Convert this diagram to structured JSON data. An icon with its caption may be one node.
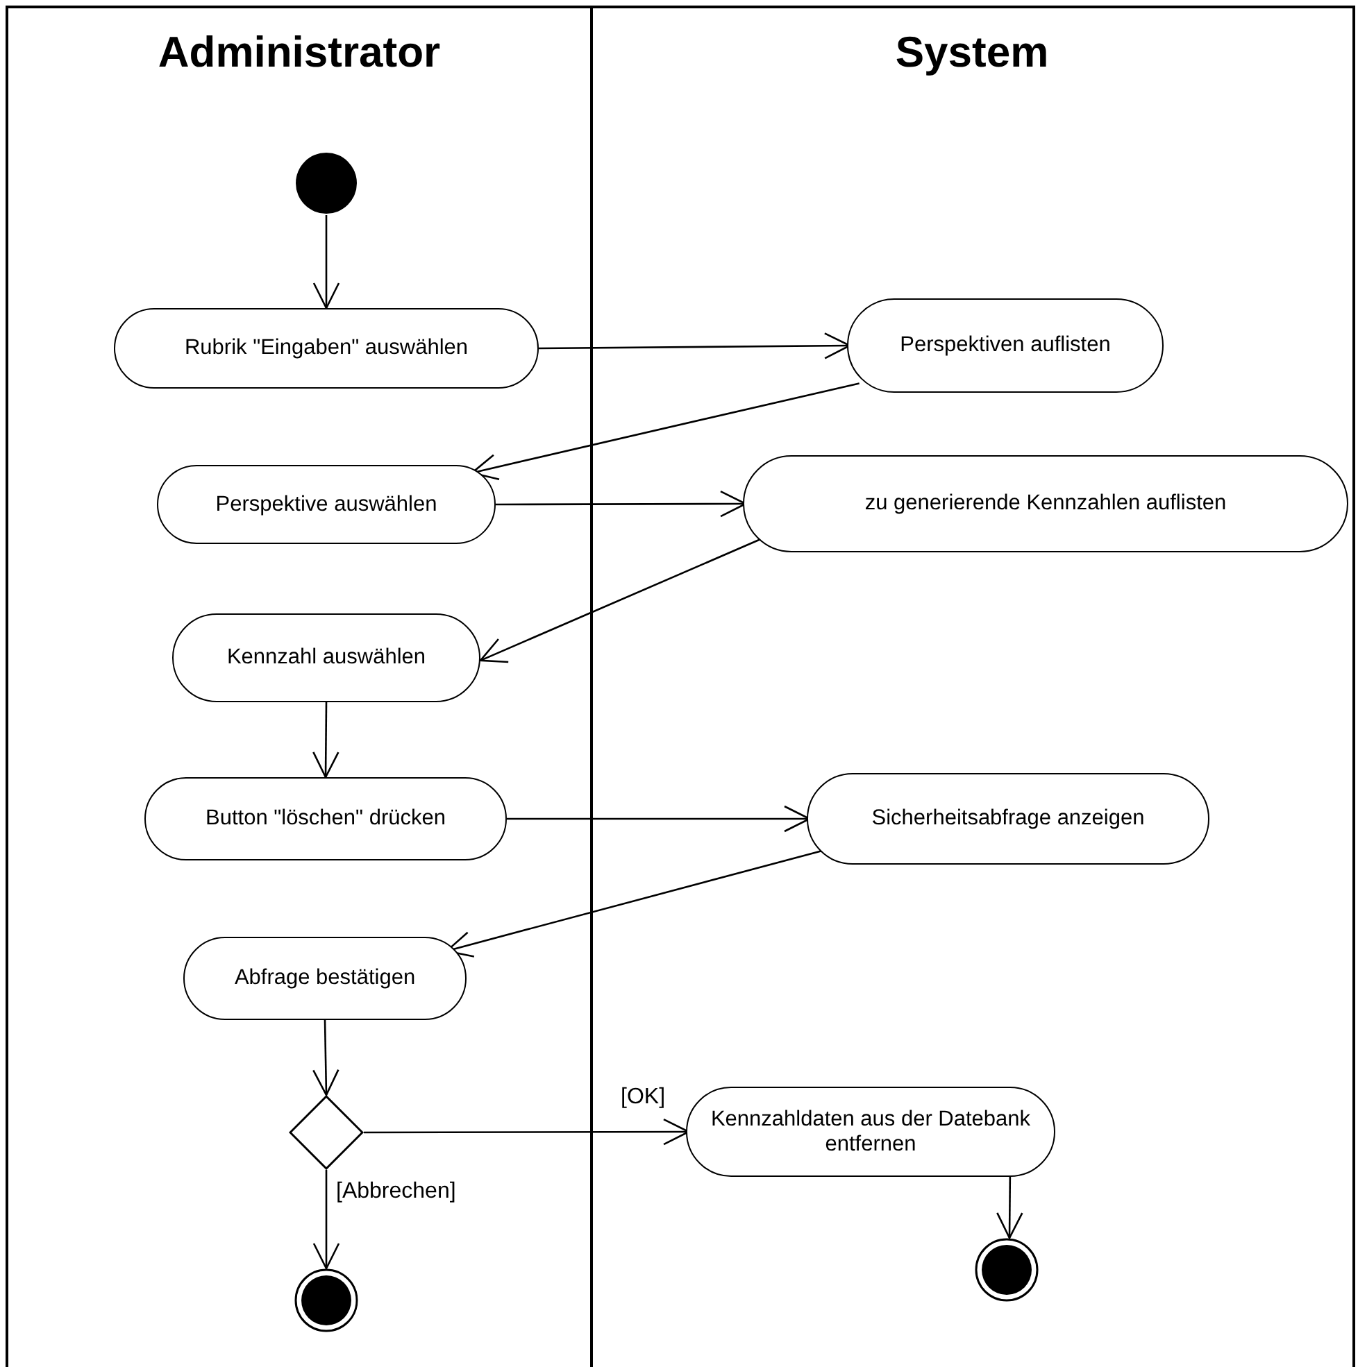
{
  "diagram": {
    "nodes": [
      {
        "text": [
          "Administrator"
        ]
      },
      {
        "text": [
          "System"
        ]
      },
      {
        "text": [],
        "shape": "circle",
        "in": 0
      },
      {
        "text": [
          "Rubrik \"Eingaben\" auswählen"
        ],
        "in": 0
      },
      {
        "text": [
          "Perspektiven auflisten"
        ],
        "in": 1
      },
      {
        "text": [
          "Perspektive auswählen"
        ],
        "in": 0
      },
      {
        "text": [
          "zu generierende Kennzahlen auflisten"
        ],
        "in": 1
      },
      {
        "text": [
          "Kennzahl auswählen"
        ],
        "in": 0
      },
      {
        "text": [
          "Button \"löschen\" drücken"
        ],
        "in": 0
      },
      {
        "text": [
          "Sicherheitsabfrage anzeigen"
        ],
        "in": 1
      },
      {
        "text": [
          "Abfrage bestätigen"
        ],
        "in": 0
      },
      {
        "text": [],
        "shape": "diamond",
        "in": 0
      },
      {
        "text": [
          "Kennzahldaten aus der Datebank entfernen"
        ],
        "in": 1
      },
      {
        "text": [],
        "shape": "circle",
        "in": 0
      },
      {
        "text": [],
        "shape": "circle",
        "in": 1
      }
    ],
    "edges": [
      {
        "from": 2,
        "to": 3,
        "arrow": "to"
      },
      {
        "from": 3,
        "to": 4,
        "arrow": "to"
      },
      {
        "from": 4,
        "to": 5,
        "arrow": "to"
      },
      {
        "from": 5,
        "to": 6,
        "arrow": "to"
      },
      {
        "from": 6,
        "to": 7,
        "arrow": "to"
      },
      {
        "from": 7,
        "to": 8,
        "arrow": "to"
      },
      {
        "from": 8,
        "to": 9,
        "arrow": "to"
      },
      {
        "from": 9,
        "to": 10,
        "arrow": "to"
      },
      {
        "from": 10,
        "to": 11,
        "arrow": "to"
      },
      {
        "from": 11,
        "to": 12,
        "arrow": "to",
        "label": "[OK]"
      },
      {
        "from": 11,
        "to": 13,
        "arrow": "to",
        "label": "[Abbrechen]"
      },
      {
        "from": 12,
        "to": 14,
        "arrow": "to"
      }
    ]
  }
}
